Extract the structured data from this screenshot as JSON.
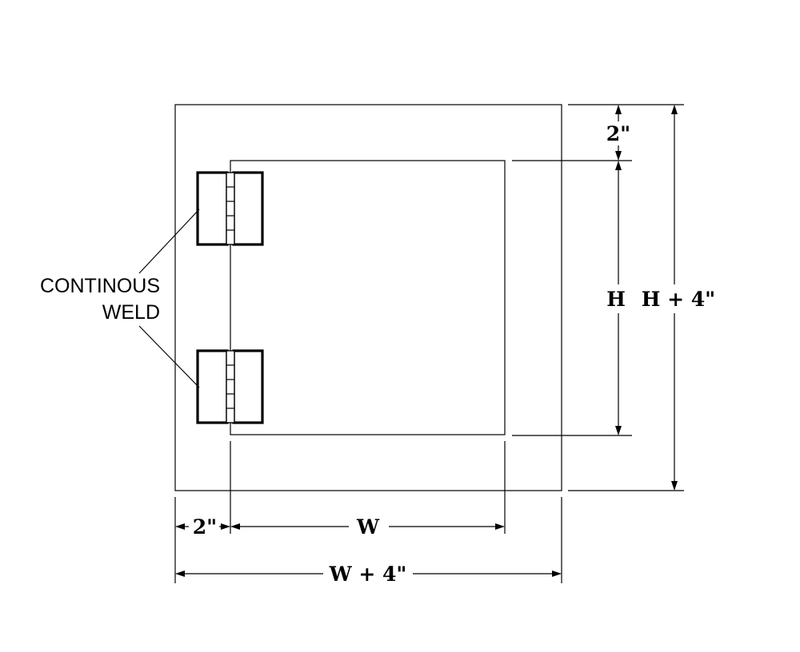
{
  "callout": {
    "line1": "CONTINOUS",
    "line2": "WELD"
  },
  "dimensions": {
    "top_offset": "2\"",
    "height": "H",
    "total_height": "H + 4\"",
    "left_offset": "2\"",
    "width": "W",
    "total_width": "W + 4\""
  }
}
